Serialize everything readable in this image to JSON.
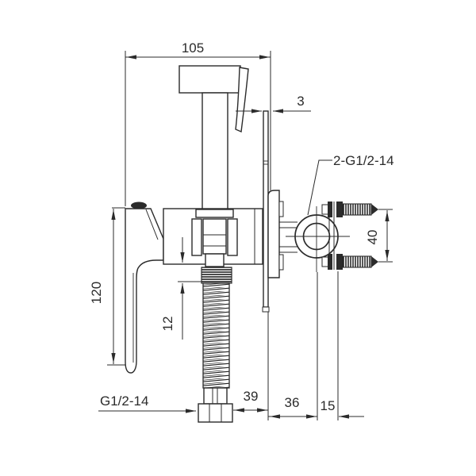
{
  "drawing": {
    "subject": "wall-mounted bidet sprayer mixer - side installation dimension drawing",
    "background_color": "#ffffff",
    "line_color": "#2b2b2b",
    "dimensions": {
      "top_width": "105",
      "escutcheon_thickness": "3",
      "handle_length": "120",
      "cartridge_exposure": "12",
      "bolt_spacing": "40",
      "hose_to_wall": "39",
      "body_depth": "36",
      "fitting_depth": "15"
    },
    "labels": {
      "wall_connections": "2-G1/2-14",
      "hose_connection": "G1/2-14"
    }
  }
}
